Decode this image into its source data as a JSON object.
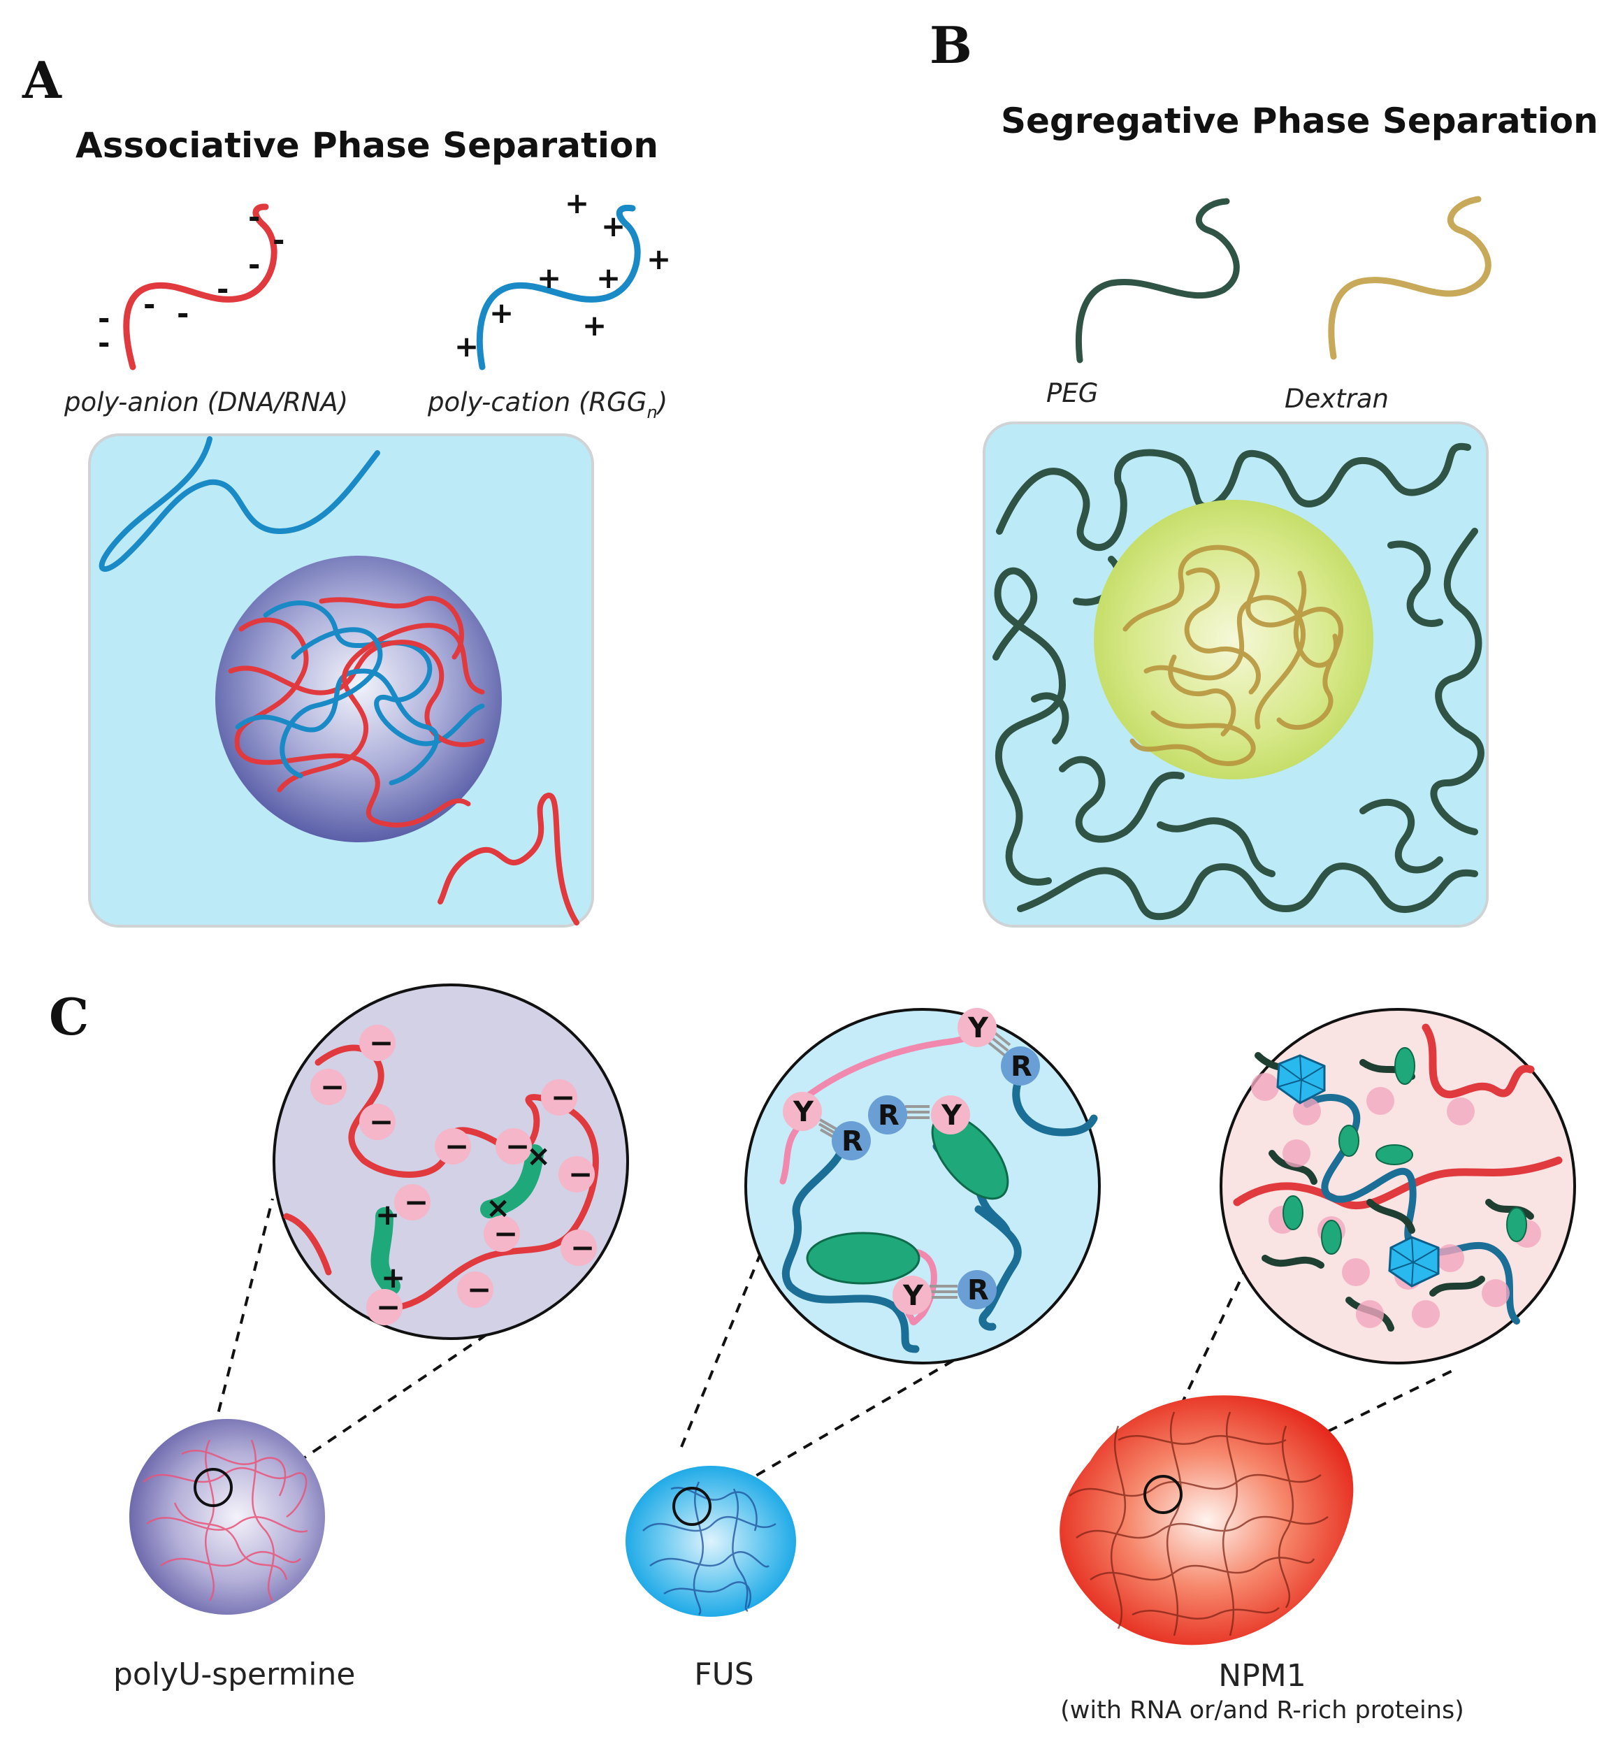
{
  "panel_a": {
    "letter": "A",
    "title": "Associative Phase Separation",
    "polyanion_label": "poly-anion (DNA/RNA)",
    "polycation_label_main": "poly-cation (RGG",
    "polycation_label_sub": "n",
    "polycation_label_end": ")",
    "minus": "-",
    "plus": "+"
  },
  "panel_b": {
    "letter": "B",
    "title": "Segregative Phase Separation",
    "peg_label": "PEG",
    "dextran_label": "Dextran"
  },
  "panel_c": {
    "letter": "C",
    "charge_minus": "−",
    "charge_plus": "+",
    "cross": "×",
    "bead_y": "Y",
    "bead_r": "R",
    "droplets": [
      {
        "label": "polyU-spermine",
        "note": ""
      },
      {
        "label": "FUS",
        "note": ""
      },
      {
        "label": "NPM1",
        "note": "(with RNA or/and R-rich proteins)"
      }
    ]
  },
  "colors": {
    "anion_red": "#e03a3e",
    "cation_blue": "#1a8ac6",
    "box_bg": "#bdeaf7",
    "peg_green": "#2f5446",
    "dextran_gold": "#c8a95a",
    "pink_bead": "#f4b6c8",
    "green_domain": "#1fa97a",
    "r_bead": "#6a9fd6",
    "dark_blue_chain": "#1b6f96"
  }
}
